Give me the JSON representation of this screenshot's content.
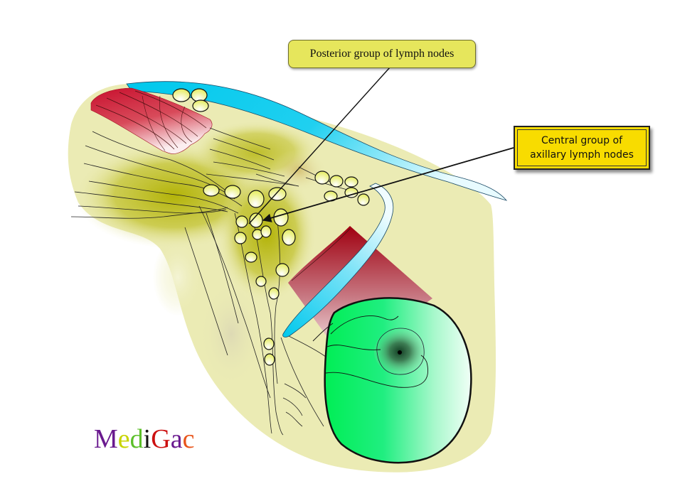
{
  "diagram": {
    "subject": "Axillary lymph nodes anatomy",
    "labels": {
      "posterior": "Posterior group of lymph nodes",
      "central_line1": "Central group of",
      "central_line2": "axillary lymph nodes"
    },
    "colors": {
      "skin": "#ebebb4",
      "fat_shading": "#b3b300",
      "muscle": "#c8102e",
      "vein": "#00c8ec",
      "breast": "#00ee66",
      "node": "#f4f6a8",
      "callout_top_bg": "#e6e65c",
      "callout_right_bg": "#f8dc00"
    }
  },
  "logo": {
    "letters": [
      {
        "char": "M",
        "color": "#6a1a8f"
      },
      {
        "char": "e",
        "color": "#c8d400"
      },
      {
        "char": "d",
        "color": "#5cbf2a"
      },
      {
        "char": "i",
        "color": "#111111"
      },
      {
        "char": "G",
        "color": "#cc1010"
      },
      {
        "char": "a",
        "color": "#6a1a8f"
      },
      {
        "char": "c",
        "color": "#e8541a"
      }
    ]
  }
}
